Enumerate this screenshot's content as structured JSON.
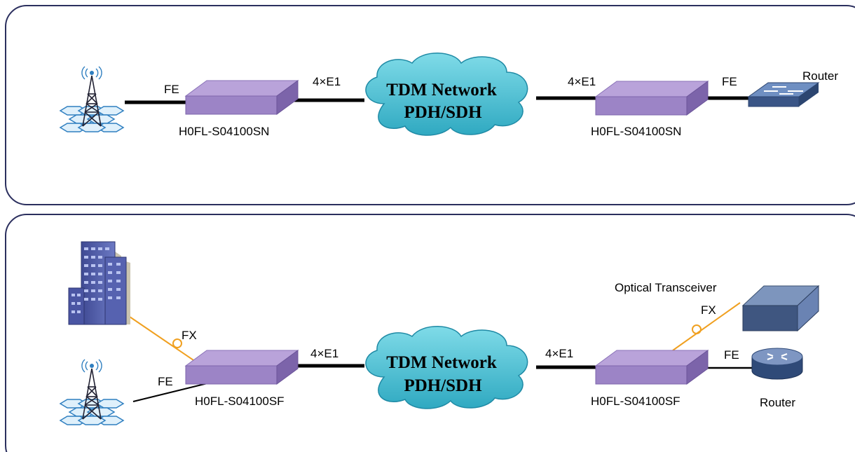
{
  "colors": {
    "panel_border": "#2b2f5e",
    "device_top": "#b6a0d8",
    "device_front": "#9a82c4",
    "device_side": "#7f67ad",
    "cloud_fill": "#4fc3d6",
    "copper_line": "#000000",
    "fiber_line": "#f0a020",
    "router_blue": "#3b5b86"
  },
  "top_panel": {
    "left_site": {
      "icon": "wireless-tower-icon"
    },
    "left_link_label": "FE",
    "left_device_label": "H0FL-S04100SN",
    "left_trunk_label": "4×E1",
    "cloud_line1": "TDM Network",
    "cloud_line2": "PDH/SDH",
    "right_trunk_label": "4×E1",
    "right_device_label": "H0FL-S04100SN",
    "right_link_label": "FE",
    "router_label": "Router",
    "router_icon": "switch-icon"
  },
  "bottom_panel": {
    "building_icon": "office-building-icon",
    "tower_icon": "wireless-tower-icon",
    "fiber_label_left": "FX",
    "fe_label_left": "FE",
    "left_device_label": "H0FL-S04100SF",
    "left_trunk_label": "4×E1",
    "cloud_line1": "TDM Network",
    "cloud_line2": "PDH/SDH",
    "right_trunk_label": "4×E1",
    "right_device_label": "H0FL-S04100SF",
    "transceiver_label": "Optical Transceiver",
    "fiber_label_right": "FX",
    "fe_label_right": "FE",
    "router_label": "Router",
    "router_icon": "router-icon"
  }
}
